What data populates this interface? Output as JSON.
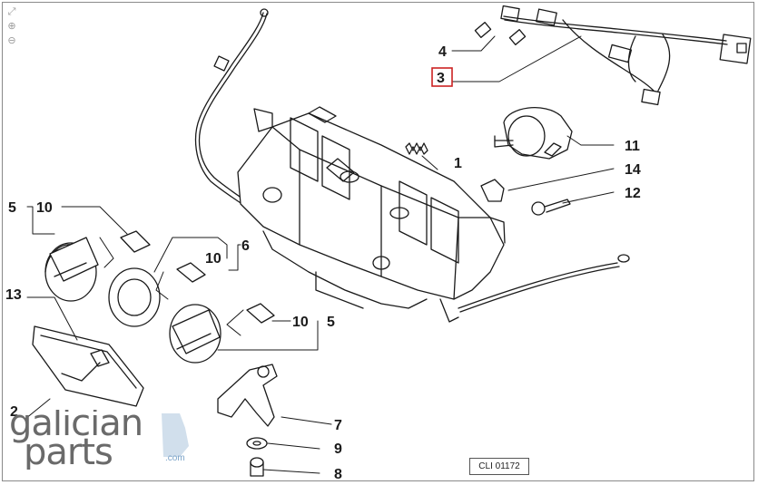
{
  "toolbar": {
    "fit_icon": "fit-to-window-icon",
    "zoom_in_icon": "zoom-in-icon",
    "zoom_out_icon": "zoom-out-icon"
  },
  "diagram": {
    "callouts": {
      "c1": "1",
      "c2": "2",
      "c3": "3",
      "c4": "4",
      "c5a": "5",
      "c5b": "5",
      "c6": "6",
      "c7": "7",
      "c8": "8",
      "c9": "9",
      "c10a": "10",
      "c10b": "10",
      "c10c": "10",
      "c11": "11",
      "c12": "12",
      "c13": "13",
      "c14": "14"
    },
    "highlight_color": "#cc2222",
    "reference_code": "CLI 01172"
  },
  "watermark": {
    "line1": "galician",
    "line2": "parts",
    "suffix": ".com",
    "accent_color": "#7aa3c8"
  }
}
